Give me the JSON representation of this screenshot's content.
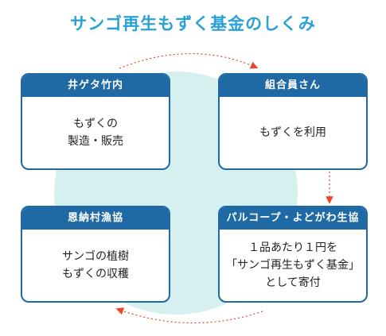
{
  "title": "サンゴ再生もずく基金のしくみ",
  "colors": {
    "title": "#2aa2d6",
    "card_header": "#1f6aa5",
    "circle": "#d6f0ef",
    "arrow": "#e8472a"
  },
  "cards": {
    "top_left": {
      "header": "井ゲタ竹内",
      "lines": [
        "もずくの",
        "製造・販売"
      ]
    },
    "top_right": {
      "header": "組合員さん",
      "lines": [
        "もずくを利用"
      ]
    },
    "bottom_left": {
      "header": "恩納村漁協",
      "lines": [
        "サンゴの植樹",
        "もずくの収穫"
      ]
    },
    "bottom_right": {
      "header": "パルコープ・よどがわ生協",
      "lines": [
        "１品あたり１円を",
        "「サンゴ再生もずく基金」",
        "として寄付"
      ]
    }
  }
}
